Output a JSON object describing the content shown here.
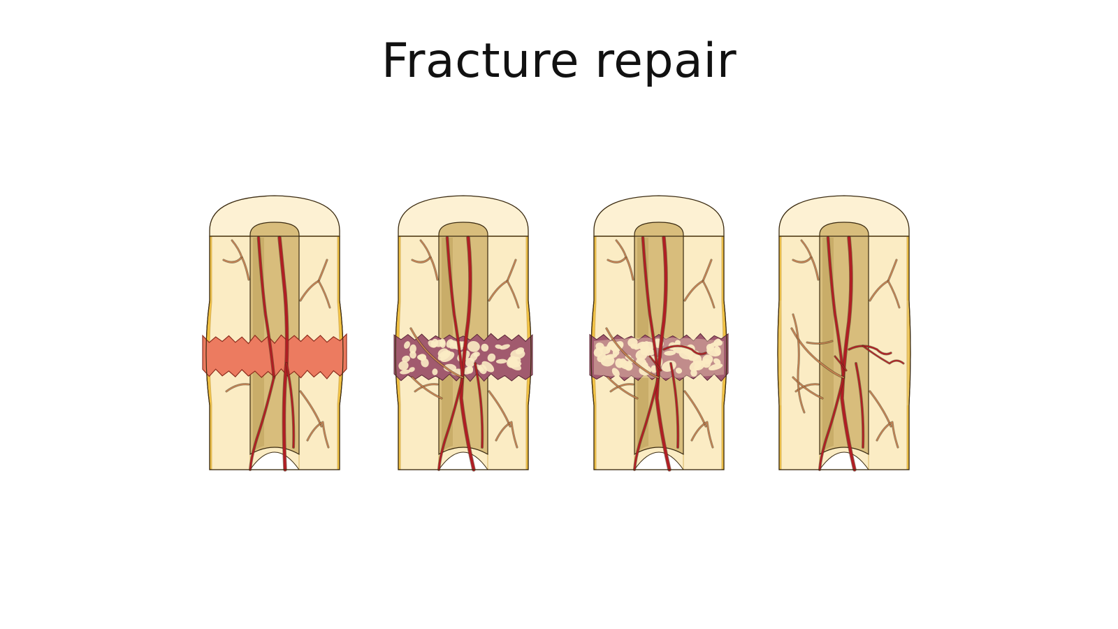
{
  "slide": {
    "title": "Fracture repair"
  },
  "diagram": {
    "stages": [
      {
        "id": "hematoma",
        "callus": "hematoma"
      },
      {
        "id": "soft-callus",
        "callus": "fibrocartilage"
      },
      {
        "id": "bony-callus",
        "callus": "spongy-bone"
      },
      {
        "id": "remodeling",
        "callus": "none"
      }
    ]
  },
  "colors": {
    "bone_fill": "#fbecc4",
    "bone_stroke": "#d7b461",
    "cap_fill": "#fdf1d3",
    "medulla_fill": "#d8bd7c",
    "medulla_shadow": "#b99a52",
    "vessel": "#b01e24",
    "vessel_light": "#c98050",
    "hematoma": "#ec7b60",
    "fibrocartilage": "#a15a6e",
    "trabecula": "#fbecc4",
    "periosteum": "#f2c243",
    "outline": "#3a2a10"
  }
}
